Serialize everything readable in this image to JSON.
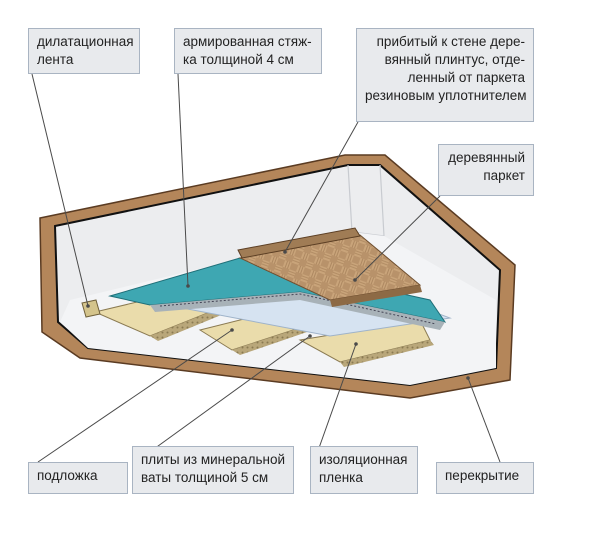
{
  "labels": {
    "expansion_tape": [
      "дилатационная",
      "лента"
    ],
    "screed": [
      "армированная стяж-",
      "ка толщиной 4 см"
    ],
    "skirting": [
      "прибитый к стене дере-",
      "вянный плинтус, отде-",
      "ленный от паркета",
      "резиновым уплотнителем"
    ],
    "parquet": [
      "деревянный",
      "паркет"
    ],
    "underlay": [
      "подложка"
    ],
    "mineral_wool": [
      "плиты из минеральной",
      "ваты толщиной 5 см"
    ],
    "insulation_film": [
      "изоляционная",
      "пленка"
    ],
    "slab": [
      "перекрытие"
    ]
  },
  "colors": {
    "slab": "#b4865a",
    "wall": "#ecedef",
    "screed": "#3ea7b2",
    "mineral_wool": "#eadcab",
    "parquet": "#b08a62",
    "film": "#c7d9ec",
    "leader": "#4a4a4a",
    "box_fill": "#e8eaed",
    "box_border": "#a9b4c2"
  }
}
